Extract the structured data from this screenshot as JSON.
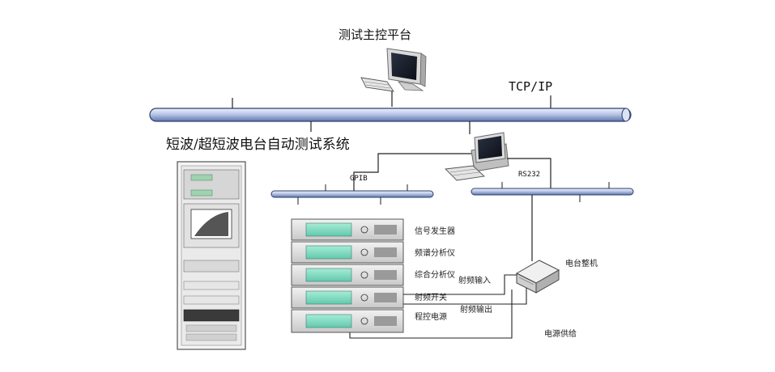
{
  "title": "测试主控平台",
  "network_label": "TCP/IP",
  "system_title": "短波/超短波电台自动测试系统",
  "bus_labels": {
    "gpib": "GPIB",
    "rs232": "RS232"
  },
  "instruments": [
    {
      "label": "信号发生器"
    },
    {
      "label": "频谱分析仪"
    },
    {
      "label": "综合分析仪"
    },
    {
      "label": "射频开关"
    },
    {
      "label": "程控电源"
    }
  ],
  "connections": {
    "rf_input": "射频输入",
    "rf_output": "射频输出",
    "power_supply": "电源供给"
  },
  "device_under_test": "电台整机"
}
